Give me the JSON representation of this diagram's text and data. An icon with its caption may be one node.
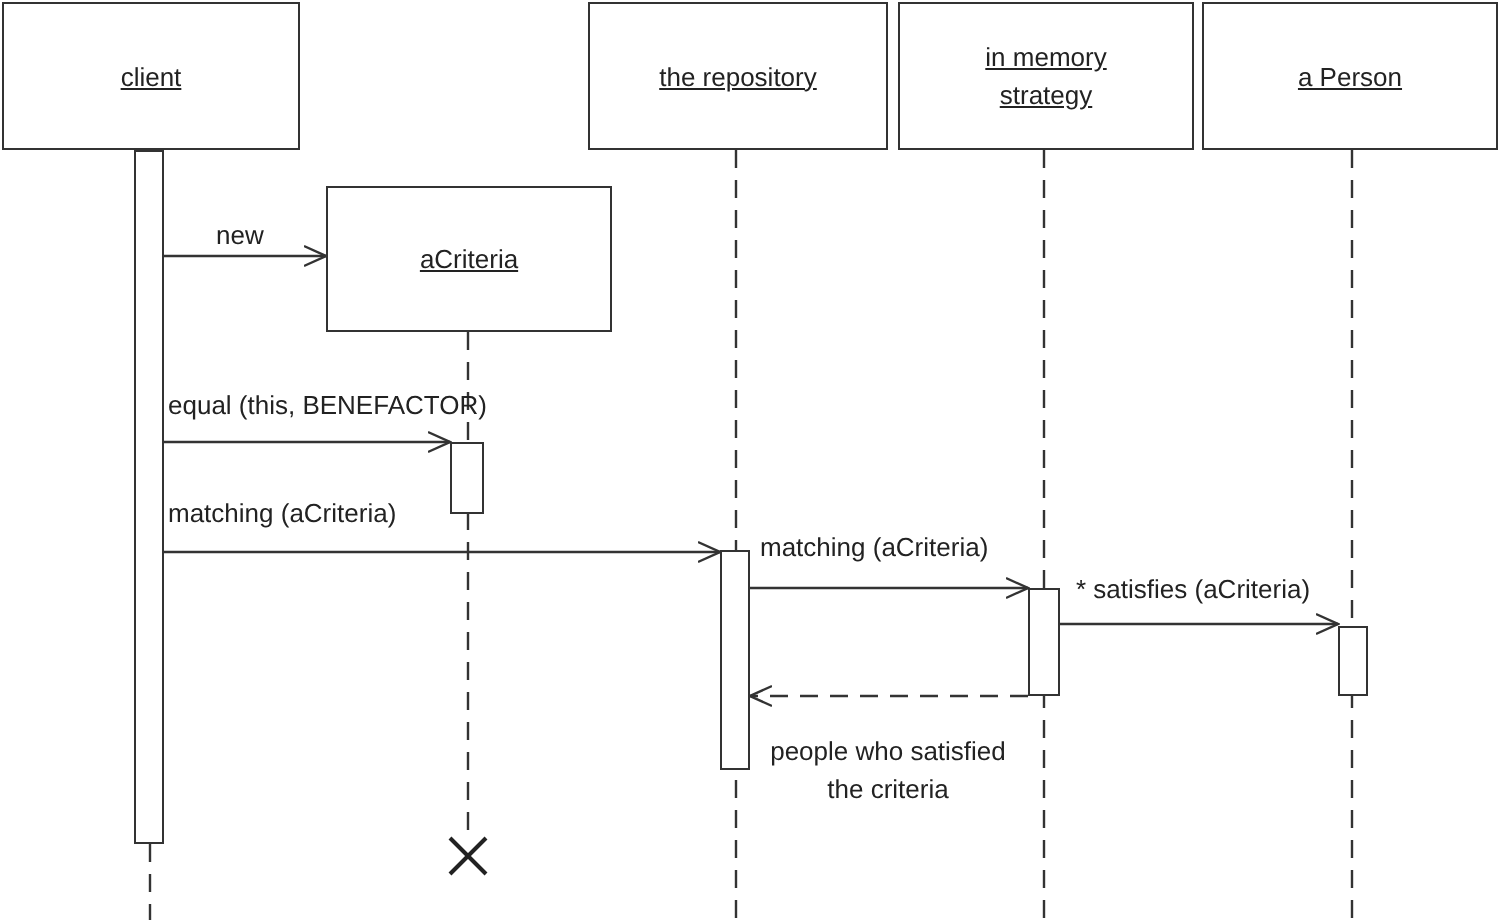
{
  "diagram": {
    "nodes": [
      {
        "text": [
          "client"
        ]
      },
      {
        "text": [
          "aCriteria"
        ]
      },
      {
        "text": [
          "the repository"
        ]
      },
      {
        "text": [
          "in memory strategy"
        ]
      },
      {
        "text": [
          "a Person"
        ]
      },
      {
        "text": [],
        "shape": "bar"
      },
      {
        "text": [],
        "shape": "bar"
      },
      {
        "text": [],
        "shape": "bar"
      },
      {
        "text": [],
        "shape": "bar"
      },
      {
        "text": [],
        "shape": "bar"
      }
    ],
    "edges": [
      {
        "from": 5,
        "to": 1,
        "arrow": "to",
        "label": "new"
      },
      {
        "from": 5,
        "to": 6,
        "arrow": "to",
        "label": "equal (this, BENEFACTOR)"
      },
      {
        "from": 5,
        "to": 7,
        "arrow": "to",
        "label": "matching (aCriteria)"
      },
      {
        "from": 7,
        "to": 8,
        "arrow": "to",
        "label": "matching (aCriteria)"
      },
      {
        "from": 8,
        "to": 9,
        "arrow": "to",
        "label": "* satisfies (aCriteria)"
      },
      {
        "from": 8,
        "to": 7,
        "arrow": "to",
        "label": "people who satisfied the criteria",
        "style": "dashed"
      }
    ]
  }
}
